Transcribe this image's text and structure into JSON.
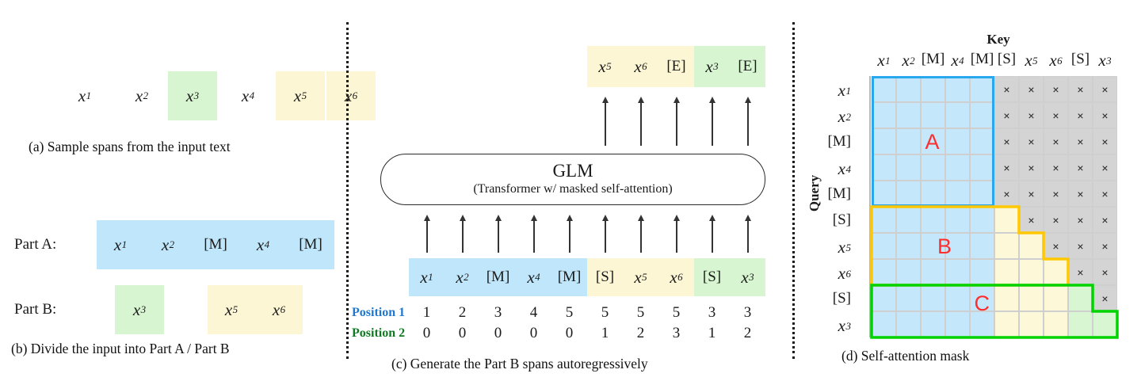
{
  "figure": {
    "panels": [
      {
        "id": "a",
        "caption": "(a)  Sample spans from the input text"
      },
      {
        "id": "b",
        "caption": "(b)  Divide the input into Part A / Part B"
      },
      {
        "id": "c",
        "caption": "(c)  Generate the Part B spans autoregressively"
      },
      {
        "id": "d",
        "caption": "(d)  Self-attention mask"
      }
    ]
  },
  "colors": {
    "blue_fill": "#bfe6fa",
    "yellow_fill": "#fcf6d5",
    "green_fill": "#d8f5d1",
    "mask_blue": "#c5e7fb",
    "mask_yellow": "#fdf8d8",
    "mask_green": "#d9f6d2",
    "mask_gray": "#d4d4d4",
    "outline_blue": "#29a8f0",
    "outline_yellow": "#ffc800",
    "outline_green": "#00d300",
    "label_red": "#ff2d2d",
    "position1_color": "#1f77d0",
    "position2_color": "#0f7a22"
  },
  "panel_a": {
    "caption": "(a)  Sample spans from the input text",
    "tokens": [
      {
        "base": "x",
        "sub": "1",
        "highlight": "none"
      },
      {
        "base": "x",
        "sub": "2",
        "highlight": "none"
      },
      {
        "base": "x",
        "sub": "3",
        "highlight": "green"
      },
      {
        "base": "x",
        "sub": "4",
        "highlight": "none"
      },
      {
        "base": "x",
        "sub": "5",
        "highlight": "yellow"
      },
      {
        "base": "x",
        "sub": "6",
        "highlight": "yellow"
      }
    ]
  },
  "panel_b": {
    "caption": "(b)  Divide the input into Part A / Part B",
    "part_a_label": "Part A:",
    "part_b_label": "Part B:",
    "part_a_tokens": [
      {
        "base": "x",
        "sub": "1"
      },
      {
        "base": "x",
        "sub": "2"
      },
      {
        "base": "[M]",
        "sub": ""
      },
      {
        "base": "x",
        "sub": "4"
      },
      {
        "base": "[M]",
        "sub": ""
      }
    ],
    "part_b_span1": [
      {
        "base": "x",
        "sub": "3"
      }
    ],
    "part_b_span2": [
      {
        "base": "x",
        "sub": "5"
      },
      {
        "base": "x",
        "sub": "6"
      }
    ]
  },
  "panel_c": {
    "caption": "(c)  Generate the Part B spans autoregressively",
    "model_title": "GLM",
    "model_subtitle": "(Transformer w/ masked self-attention)",
    "outputs": [
      {
        "base": "x",
        "sub": "5",
        "group": "yellow"
      },
      {
        "base": "x",
        "sub": "6",
        "group": "yellow"
      },
      {
        "base": "[E]",
        "sub": "",
        "group": "yellow"
      },
      {
        "base": "x",
        "sub": "3",
        "group": "green"
      },
      {
        "base": "[E]",
        "sub": "",
        "group": "green"
      }
    ],
    "inputs": [
      {
        "base": "x",
        "sub": "1",
        "group": "blue"
      },
      {
        "base": "x",
        "sub": "2",
        "group": "blue"
      },
      {
        "base": "[M]",
        "sub": "",
        "group": "blue"
      },
      {
        "base": "x",
        "sub": "4",
        "group": "blue"
      },
      {
        "base": "[M]",
        "sub": "",
        "group": "blue"
      },
      {
        "base": "[S]",
        "sub": "",
        "group": "yellow"
      },
      {
        "base": "x",
        "sub": "5",
        "group": "yellow"
      },
      {
        "base": "x",
        "sub": "6",
        "group": "yellow"
      },
      {
        "base": "[S]",
        "sub": "",
        "group": "green"
      },
      {
        "base": "x",
        "sub": "3",
        "group": "green"
      }
    ],
    "position1_label": "Position 1",
    "position2_label": "Position 2",
    "position1": [
      1,
      2,
      3,
      4,
      5,
      5,
      5,
      5,
      3,
      3
    ],
    "position2": [
      0,
      0,
      0,
      0,
      0,
      1,
      2,
      3,
      1,
      2
    ]
  },
  "panel_d": {
    "caption": "(d)  Self-attention mask",
    "key_axis_label": "Key",
    "query_axis_label": "Query",
    "key_headers": [
      "x1",
      "x2",
      "[M]",
      "x4",
      "[M]",
      "[S]",
      "x5",
      "x6",
      "[S]",
      "x3"
    ],
    "query_headers": [
      "x1",
      "x2",
      "[M]",
      "x4",
      "[M]",
      "[S]",
      "x5",
      "x6",
      "[S]",
      "x3"
    ],
    "masked_glyph": "×",
    "rows": [
      {
        "query": "x1",
        "cells": [
          "blue",
          "blue",
          "blue",
          "blue",
          "blue",
          "gray",
          "gray",
          "gray",
          "gray",
          "gray"
        ]
      },
      {
        "query": "x2",
        "cells": [
          "blue",
          "blue",
          "blue",
          "blue",
          "blue",
          "gray",
          "gray",
          "gray",
          "gray",
          "gray"
        ]
      },
      {
        "query": "[M]",
        "cells": [
          "blue",
          "blue",
          "blue",
          "blue",
          "blue",
          "gray",
          "gray",
          "gray",
          "gray",
          "gray"
        ]
      },
      {
        "query": "x4",
        "cells": [
          "blue",
          "blue",
          "blue",
          "blue",
          "blue",
          "gray",
          "gray",
          "gray",
          "gray",
          "gray"
        ]
      },
      {
        "query": "[M]",
        "cells": [
          "blue",
          "blue",
          "blue",
          "blue",
          "blue",
          "gray",
          "gray",
          "gray",
          "gray",
          "gray"
        ]
      },
      {
        "query": "[S]",
        "cells": [
          "blue",
          "blue",
          "blue",
          "blue",
          "blue",
          "yellow",
          "gray",
          "gray",
          "gray",
          "gray"
        ]
      },
      {
        "query": "x5",
        "cells": [
          "blue",
          "blue",
          "blue",
          "blue",
          "blue",
          "yellow",
          "yellow",
          "gray",
          "gray",
          "gray"
        ]
      },
      {
        "query": "x6",
        "cells": [
          "blue",
          "blue",
          "blue",
          "blue",
          "blue",
          "yellow",
          "yellow",
          "yellow",
          "gray",
          "gray"
        ]
      },
      {
        "query": "[S]",
        "cells": [
          "blue",
          "blue",
          "blue",
          "blue",
          "blue",
          "yellow",
          "yellow",
          "yellow",
          "green",
          "gray"
        ]
      },
      {
        "query": "x3",
        "cells": [
          "blue",
          "blue",
          "blue",
          "blue",
          "blue",
          "yellow",
          "yellow",
          "yellow",
          "green",
          "green"
        ]
      }
    ],
    "blocks": [
      {
        "label": "A",
        "outline": "#29a8f0"
      },
      {
        "label": "B",
        "outline": "#ffc800"
      },
      {
        "label": "C",
        "outline": "#00d300"
      }
    ]
  }
}
